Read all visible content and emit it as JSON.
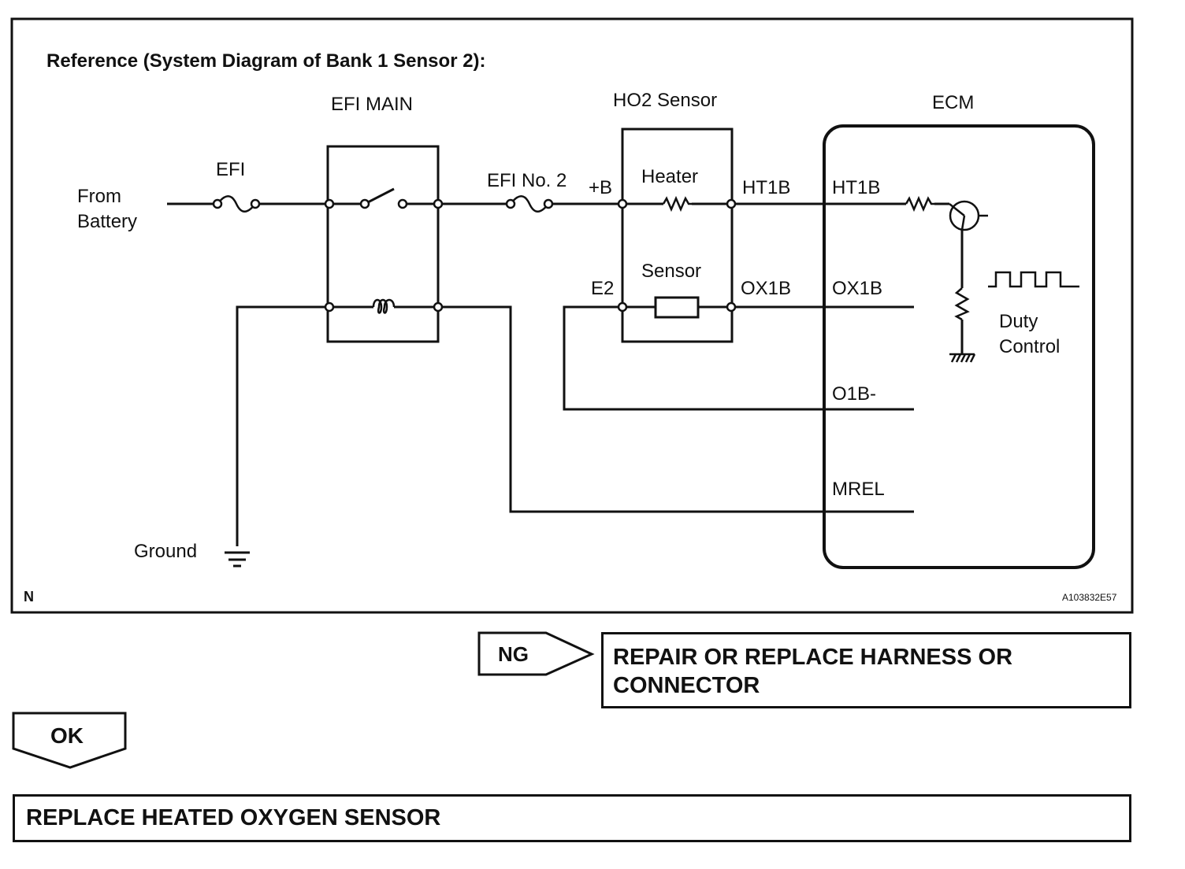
{
  "diagram": {
    "title": "Reference (System Diagram of Bank 1 Sensor 2):",
    "from_battery_line1": "From",
    "from_battery_line2": "Battery",
    "efi_fuse": "EFI",
    "efi_main": "EFI MAIN",
    "efi_no2": "EFI No. 2",
    "ho2_sensor": "HO2 Sensor",
    "plus_b": "+B",
    "heater": "Heater",
    "ht1b_sensor": "HT1B",
    "sensor": "Sensor",
    "e2": "E2",
    "ox1b_sensor": "OX1B",
    "ecm": "ECM",
    "ht1b_ecm": "HT1B",
    "ox1b_ecm": "OX1B",
    "o1b_minus": "O1B-",
    "mrel": "MREL",
    "duty_line1": "Duty",
    "duty_line2": "Control",
    "ground": "Ground",
    "corner_letter": "N",
    "figure_id": "A103832E57"
  },
  "flow": {
    "ng_label": "NG",
    "ng_result_line1": "REPAIR OR REPLACE HARNESS OR",
    "ng_result_line2": "CONNECTOR",
    "ok_label": "OK",
    "ok_result": "REPLACE HEATED OXYGEN SENSOR"
  }
}
